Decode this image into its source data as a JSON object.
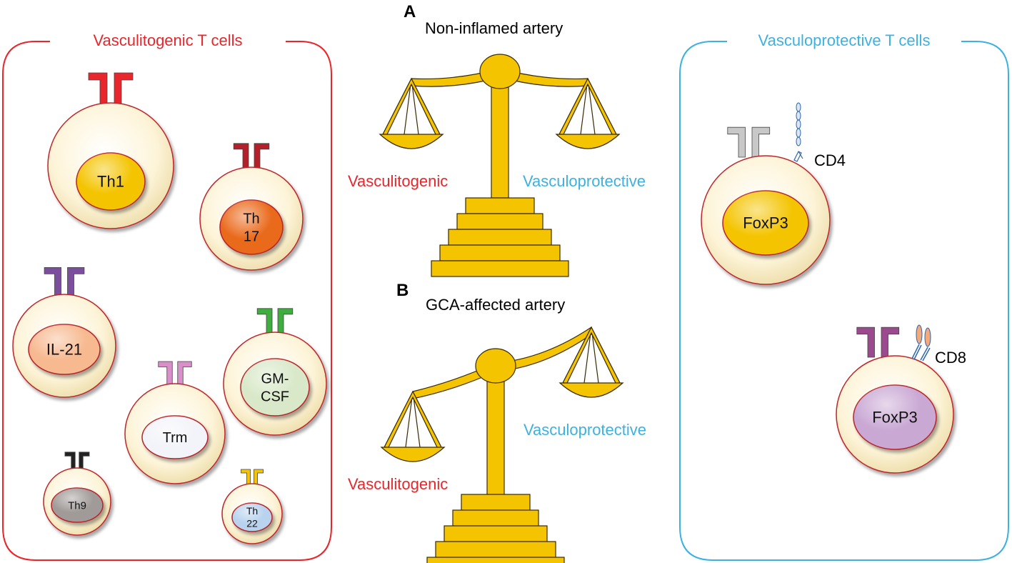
{
  "left_panel": {
    "title": "Vasculitogenic T cells",
    "title_color": "#e8262b",
    "border_color": "#e8262b",
    "cells": [
      {
        "id": "th1",
        "lines": [
          "Th1"
        ],
        "receptor_color": "#e8262b",
        "nucleus_color": "#f4c400"
      },
      {
        "id": "th17",
        "lines": [
          "Th",
          "17"
        ],
        "receptor_color": "#b3202a",
        "nucleus_color": "#ea6a1d"
      },
      {
        "id": "il21",
        "lines": [
          "IL-21"
        ],
        "receptor_color": "#7b4f9e",
        "nucleus_color": "#f7b990"
      },
      {
        "id": "gmcsf",
        "lines": [
          "GM-",
          "CSF"
        ],
        "receptor_color": "#3fae3f",
        "nucleus_color": "#d8e8c8"
      },
      {
        "id": "trm",
        "lines": [
          "Trm"
        ],
        "receptor_color": "#d98fc8",
        "nucleus_color": "#f3f4f9"
      },
      {
        "id": "th9",
        "lines": [
          "Th9"
        ],
        "receptor_color": "#222222",
        "nucleus_color": "#a09a98"
      },
      {
        "id": "th22",
        "lines": [
          "Th",
          "22"
        ],
        "receptor_color": "#f4c400",
        "nucleus_color": "#b9d3ee"
      }
    ]
  },
  "center": {
    "panel_a": {
      "letter": "A",
      "title": "Non-inflamed artery",
      "left_label": "Vasculitogenic",
      "right_label": "Vasculoprotective"
    },
    "panel_b": {
      "letter": "B",
      "title": "GCA-affected artery",
      "left_label": "Vasculitogenic",
      "right_label": "Vasculoprotective"
    },
    "left_label_color": "#e8262b",
    "right_label_color": "#3db1e0",
    "scale_color": "#f4c400"
  },
  "right_panel": {
    "title": "Vasculoprotective T cells",
    "title_color": "#3db1e0",
    "border_color": "#3db1e0",
    "cells": [
      {
        "id": "cd4-treg",
        "lines": [
          "FoxP3"
        ],
        "marker": "CD4",
        "receptor_color": "#c8c8c8",
        "nucleus_color": "#f4c400"
      },
      {
        "id": "cd8-treg",
        "lines": [
          "FoxP3"
        ],
        "marker": "CD8",
        "receptor_color": "#9b4a8e",
        "nucleus_color": "#c9a8d4"
      }
    ]
  }
}
